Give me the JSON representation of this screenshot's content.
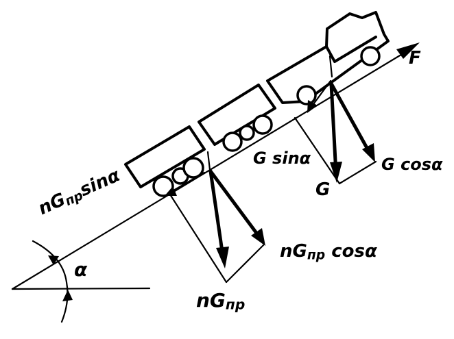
{
  "labels": {
    "tractive_force": "F",
    "gsin": "G sinα",
    "g": "G",
    "gcos": "G cosα",
    "ngsin_pre": "nG",
    "ngsin_sub": "пр",
    "ngsin_post": "sinα",
    "alpha": "α",
    "ngcos_pre": "nG",
    "ngcos_sub": "пр",
    "ngcos_post": "cosα",
    "ng_pre": "nG",
    "ng_sub": "пр"
  }
}
